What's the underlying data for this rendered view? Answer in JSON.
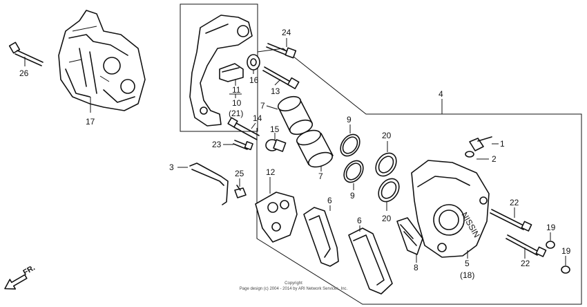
{
  "labels": {
    "p1": "1",
    "p2": "2",
    "p3": "3",
    "p4": "4",
    "p5": "5",
    "p5b": "(18)",
    "p6a": "6",
    "p6b": "6",
    "p7a": "7",
    "p7b": "7",
    "p8": "8",
    "p9a": "9",
    "p9b": "9",
    "p10": "10",
    "p10b": "(21)",
    "p11": "11",
    "p12": "12",
    "p13": "13",
    "p14": "14",
    "p15": "15",
    "p16": "16",
    "p17": "17",
    "p19a": "19",
    "p19b": "19",
    "p20a": "20",
    "p20b": "20",
    "p22a": "22",
    "p22b": "22",
    "p23": "23",
    "p24": "24",
    "p25": "25",
    "p26": "26"
  },
  "direction": "FR.",
  "footer": {
    "line1": "Copyright",
    "line2": "Page design (c) 2004 - 2014 by ARI Network Services, Inc."
  },
  "icons": [
    "bolt-icon",
    "piston-icon",
    "seal-ring-icon",
    "brake-pad-icon",
    "caliper-icon",
    "bracket-icon",
    "arrow-icon"
  ]
}
